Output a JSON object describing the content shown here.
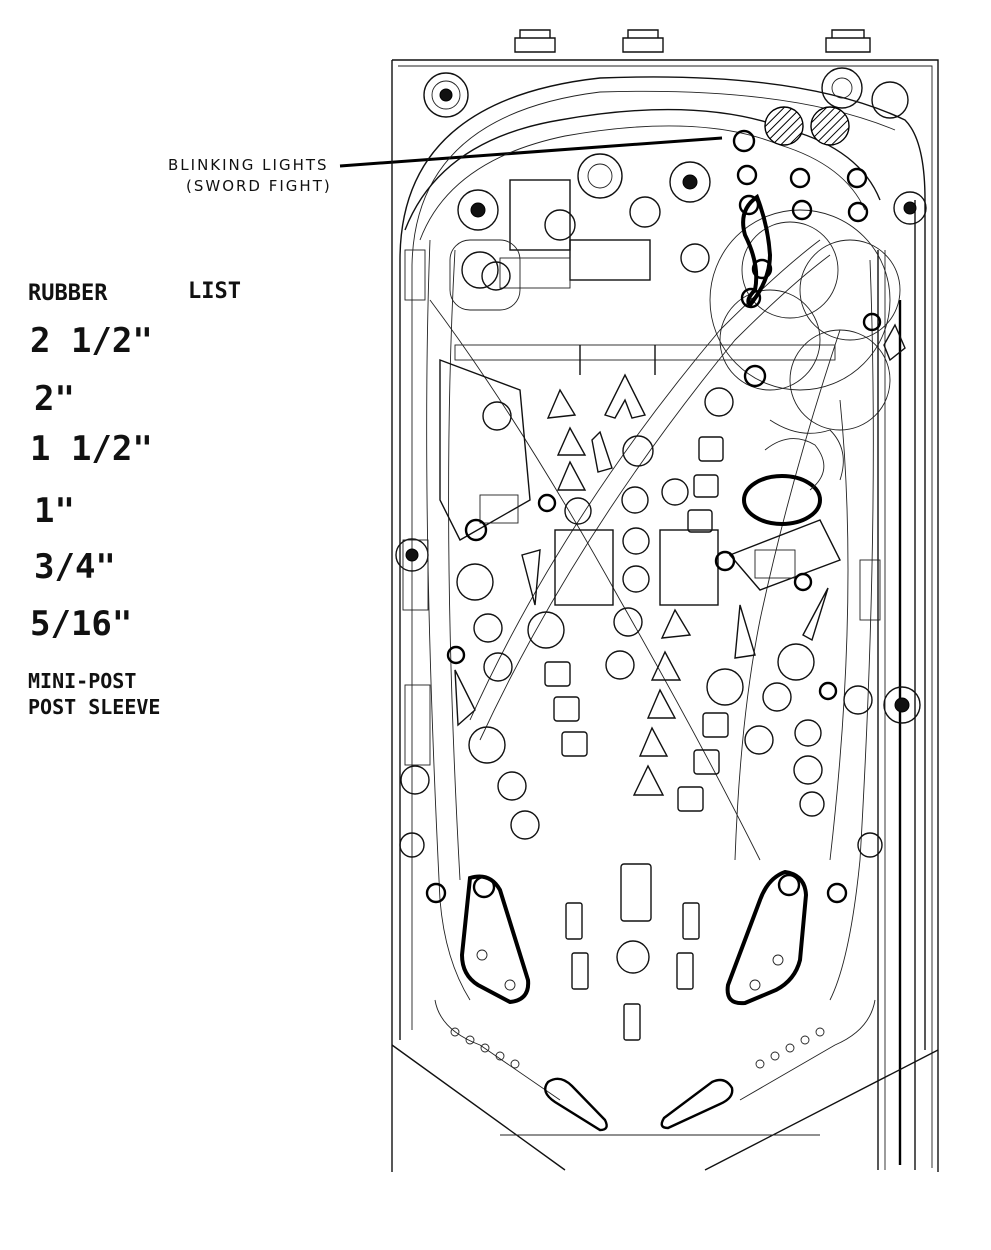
{
  "callout": {
    "line1": "BLINKING LIGHTS",
    "line2": "(SWORD FIGHT)"
  },
  "rubber_list": {
    "title_word1": "RUBBER",
    "title_word2": "LIST",
    "sizes": [
      "2 1/2\"",
      "2\"",
      "1 1/2\"",
      "1\"",
      "3/4\"",
      "5/16\""
    ],
    "extras": [
      "MINI-POST",
      "POST SLEEVE"
    ]
  }
}
